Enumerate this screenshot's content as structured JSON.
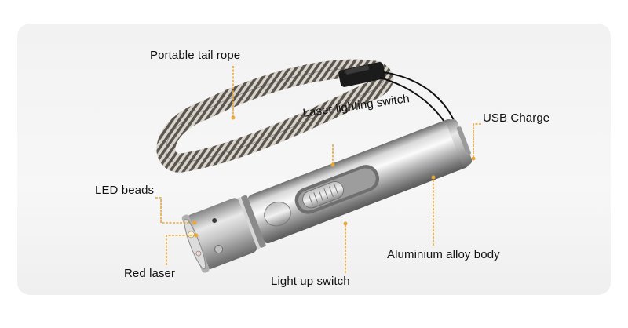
{
  "labels": {
    "tail_rope": "Portable tail rope",
    "laser_switch": "Laser lighting switch",
    "usb_charge": "USB Charge",
    "led_beads": "LED beads",
    "red_laser": "Red laser",
    "light_switch": "Light up switch",
    "body": "Aluminium alloy body"
  },
  "colors": {
    "leader": "#e6a93a",
    "label_text": "#111111",
    "metal_light": "#f4f4f4",
    "metal_dark": "#8c8c8c"
  }
}
